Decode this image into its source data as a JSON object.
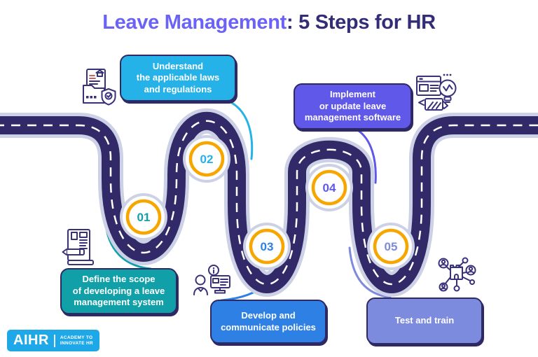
{
  "title": {
    "highlight": "Leave Management",
    "rest": ": 5 Steps for HR"
  },
  "steps": [
    {
      "num": "01",
      "color": "#12A0A8",
      "icon": "document-pencil-icon",
      "box_lines": [
        "Define the scope",
        "of developing a leave",
        "management system"
      ]
    },
    {
      "num": "02",
      "color": "#25B2E8",
      "icon": "legal-document-shield-icon",
      "box_lines": [
        "Understand",
        "the applicable laws",
        "and regulations"
      ]
    },
    {
      "num": "03",
      "color": "#2E80E4",
      "icon": "announcer-computer-icon",
      "box_lines": [
        "Develop and",
        "communicate policies"
      ]
    },
    {
      "num": "04",
      "color": "#5F58E8",
      "icon": "software-lightbulb-icon",
      "box_lines": [
        "Implement",
        "or update leave",
        "management software"
      ]
    },
    {
      "num": "05",
      "color": "#7D8BDF",
      "icon": "people-network-icon",
      "box_lines": [
        "Test and train"
      ]
    }
  ],
  "logo": {
    "brand": "AIHR",
    "tagline_line1": "ACADEMY TO",
    "tagline_line2": "INNOVATE HR"
  },
  "colors": {
    "title_highlight": "#6B63F6",
    "title_rest": "#332D78",
    "road": "#322A68",
    "road_edge": "#CCD1E6",
    "road_dash": "#FFFFFF",
    "marker_ring": "#F7A600",
    "box_border": "#2E2963",
    "box_text": "#FFFFFF",
    "icon_line": "#39327A",
    "icon_accent": "#C64B50",
    "logo_bg": "#1FA8E8"
  }
}
